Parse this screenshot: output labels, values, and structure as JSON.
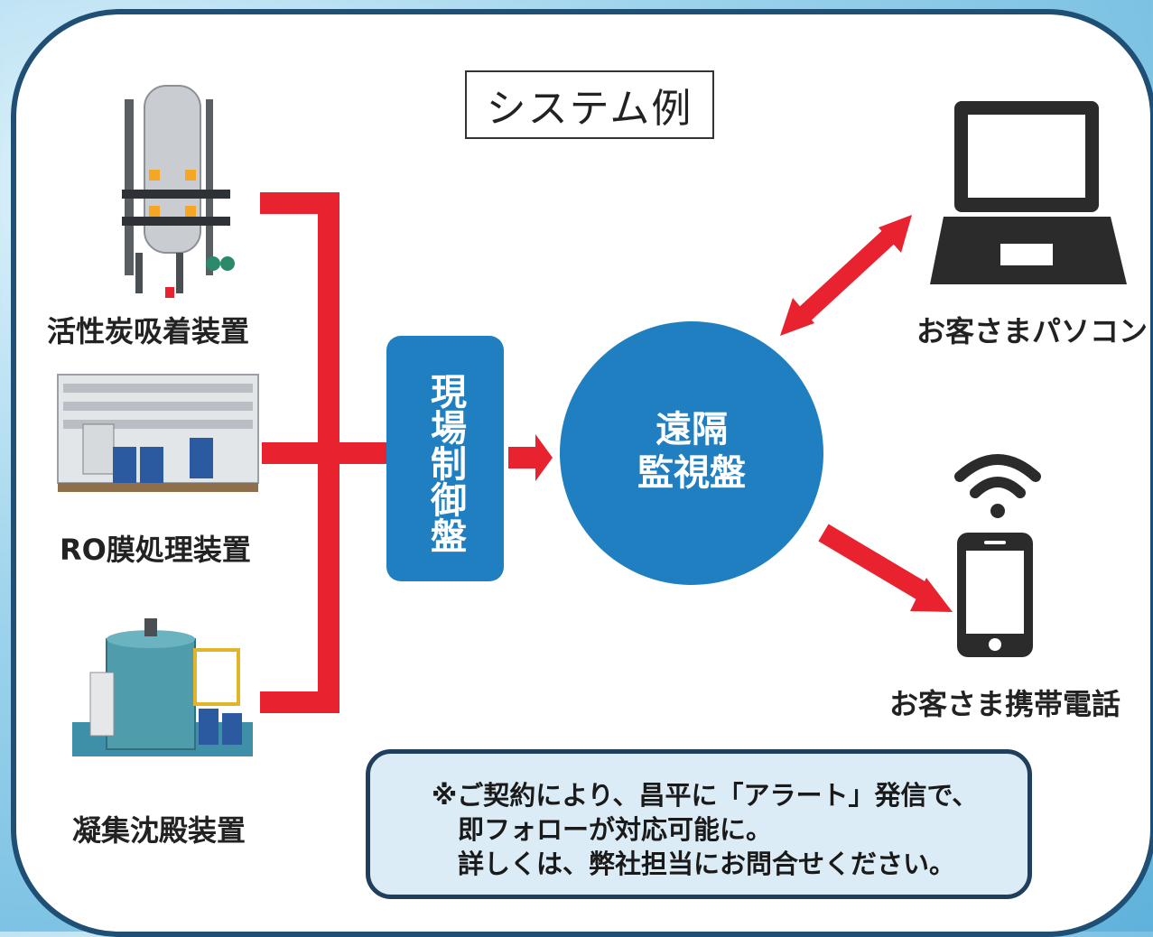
{
  "title": "システム例",
  "equipment": [
    {
      "label": "活性炭吸着装置"
    },
    {
      "label": "RO膜処理装置"
    },
    {
      "label": "凝集沈殿装置"
    }
  ],
  "control_panel": {
    "label": "現場制御盤"
  },
  "monitor": {
    "line1": "遠隔",
    "line2": "監視盤"
  },
  "devices": [
    {
      "label": "お客さまパソコン",
      "icon": "laptop-icon"
    },
    {
      "label": "お客さま携帯電話",
      "icon": "smartphone-icon"
    }
  ],
  "note": {
    "line1": "※ご契約により、昌平に「アラート」発信で、",
    "line2": "即フォローが対応可能に。",
    "line3": "詳しくは、弊社担当にお問合せください。"
  },
  "colors": {
    "connector_red": "#e8232f",
    "panel_blue": "#1f7fc0",
    "frame_navy": "#1f4f74",
    "device_dark": "#2b2b2b"
  }
}
